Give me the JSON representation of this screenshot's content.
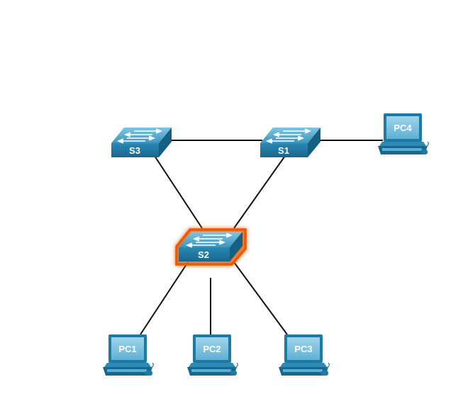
{
  "switches": [
    {
      "id": "s3",
      "label": "S3",
      "highlighted": false
    },
    {
      "id": "s1",
      "label": "S1",
      "highlighted": false
    },
    {
      "id": "s2",
      "label": "S2",
      "highlighted": true
    }
  ],
  "pcs": [
    {
      "id": "pc4",
      "label": "PC4"
    },
    {
      "id": "pc1",
      "label": "PC1"
    },
    {
      "id": "pc2",
      "label": "PC2"
    },
    {
      "id": "pc3",
      "label": "PC3"
    }
  ],
  "links": [
    {
      "from": "S3",
      "to": "S1"
    },
    {
      "from": "S1",
      "to": "PC4"
    },
    {
      "from": "S3",
      "to": "S2"
    },
    {
      "from": "S1",
      "to": "S2"
    },
    {
      "from": "S2",
      "to": "PC1"
    },
    {
      "from": "S2",
      "to": "PC2"
    },
    {
      "from": "S2",
      "to": "PC3"
    }
  ],
  "colors": {
    "switch_face": "#1e7aa3",
    "switch_top": "#5cb0d3",
    "switch_side": "#145f82",
    "highlight": "#f06a10",
    "pc_body": "#1e7aa3",
    "pc_screen": "#7cc4e2",
    "link": "#111111"
  }
}
